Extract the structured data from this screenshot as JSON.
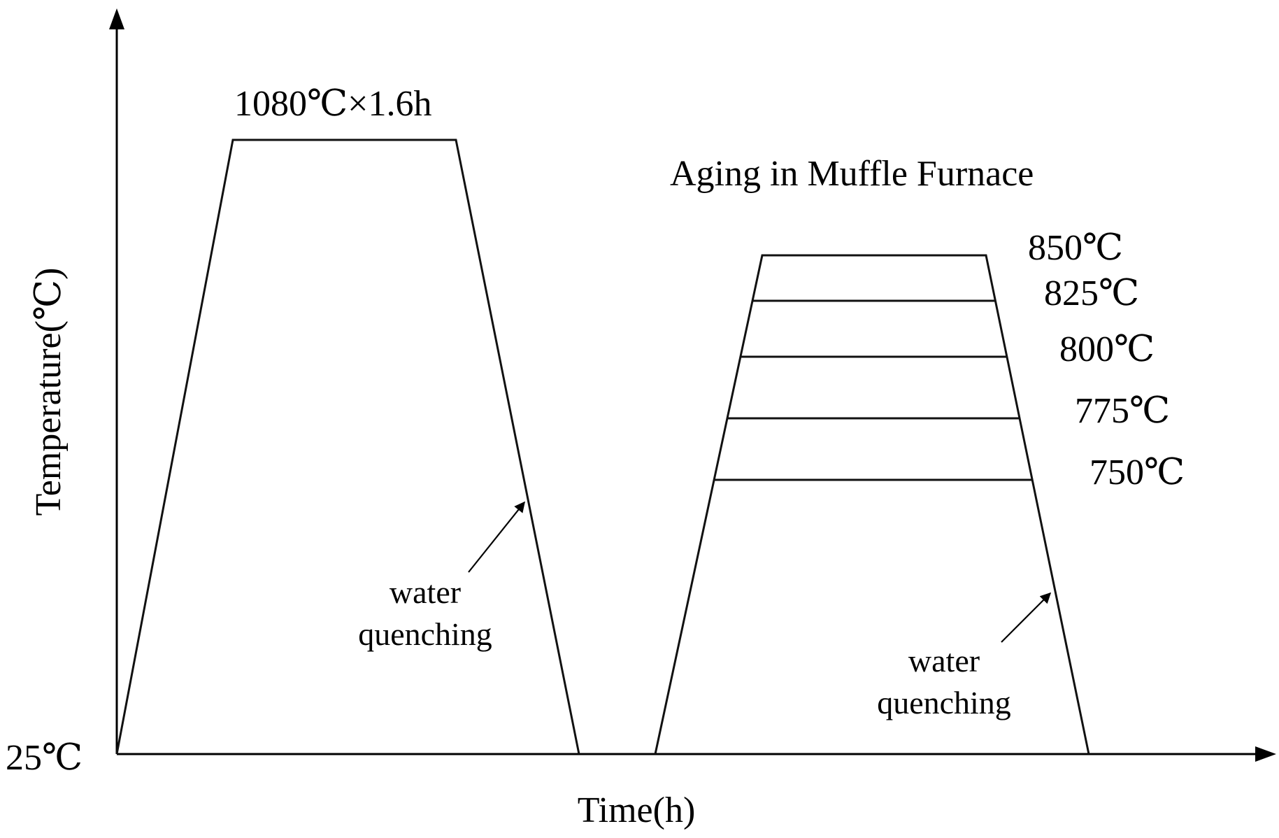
{
  "diagram": {
    "x_axis_label": "Time(h)",
    "y_axis_label": "Temperature(℃)",
    "y_origin_label": "25℃",
    "solution": {
      "label": "1080℃×1.6h",
      "quench_note": [
        "water",
        "quenching"
      ]
    },
    "aging": {
      "title": "Aging in Muffle Furnace",
      "levels": [
        {
          "temp": 850,
          "label": "850℃"
        },
        {
          "temp": 825,
          "label": "825℃"
        },
        {
          "temp": 800,
          "label": "800℃"
        },
        {
          "temp": 775,
          "label": "775℃"
        },
        {
          "temp": 750,
          "label": "750℃"
        }
      ],
      "quench_note": [
        "water",
        "quenching"
      ]
    }
  }
}
